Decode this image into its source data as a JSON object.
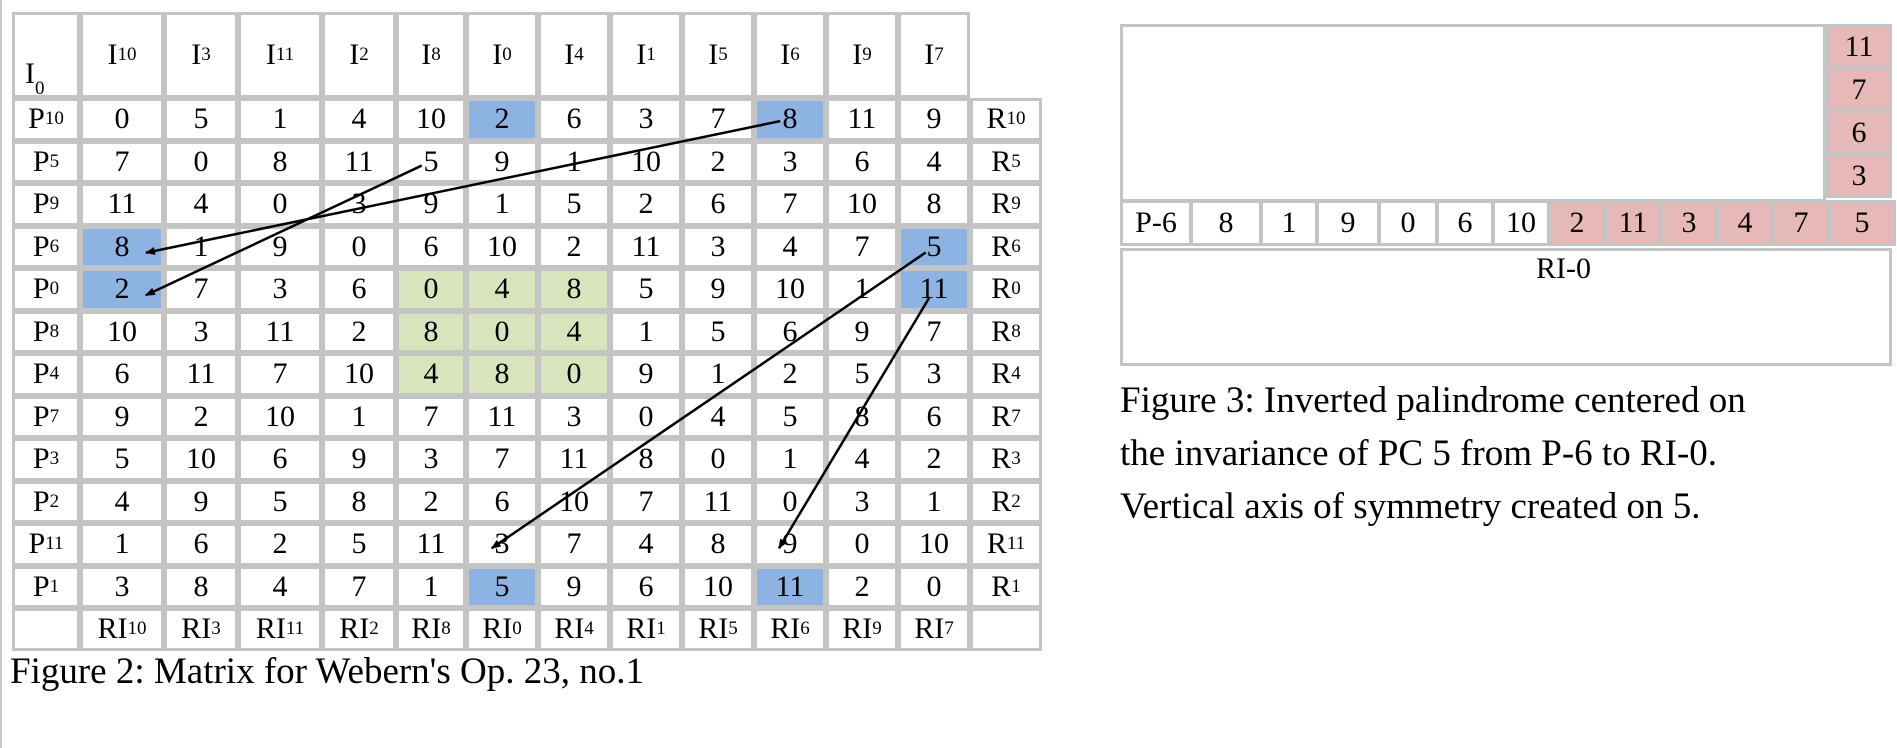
{
  "figure2": {
    "corner": {
      "base": "I",
      "sub": "0"
    },
    "top_labels": [
      {
        "base": "I",
        "sub": "10"
      },
      {
        "base": "I",
        "sub": "3"
      },
      {
        "base": "I",
        "sub": "11"
      },
      {
        "base": "I",
        "sub": "2"
      },
      {
        "base": "I",
        "sub": "8"
      },
      {
        "base": "I",
        "sub": "0"
      },
      {
        "base": "I",
        "sub": "4"
      },
      {
        "base": "I",
        "sub": "1"
      },
      {
        "base": "I",
        "sub": "5"
      },
      {
        "base": "I",
        "sub": "6"
      },
      {
        "base": "I",
        "sub": "9"
      },
      {
        "base": "I",
        "sub": "7"
      }
    ],
    "rows": [
      {
        "p": {
          "base": "P",
          "sub": "10"
        },
        "r": {
          "base": "R",
          "sub": "10"
        },
        "values": [
          "0",
          "5",
          "1",
          "4",
          "10",
          "2",
          "6",
          "3",
          "7",
          "8",
          "11",
          "9"
        ]
      },
      {
        "p": {
          "base": "P",
          "sub": "5"
        },
        "r": {
          "base": "R",
          "sub": "5"
        },
        "values": [
          "7",
          "0",
          "8",
          "11",
          "5",
          "9",
          "1",
          "10",
          "2",
          "3",
          "6",
          "4"
        ]
      },
      {
        "p": {
          "base": "P",
          "sub": "9"
        },
        "r": {
          "base": "R",
          "sub": "9"
        },
        "values": [
          "11",
          "4",
          "0",
          "3",
          "9",
          "1",
          "5",
          "2",
          "6",
          "7",
          "10",
          "8"
        ]
      },
      {
        "p": {
          "base": "P",
          "sub": "6"
        },
        "r": {
          "base": "R",
          "sub": "6"
        },
        "values": [
          "8",
          "1",
          "9",
          "0",
          "6",
          "10",
          "2",
          "11",
          "3",
          "4",
          "7",
          "5"
        ]
      },
      {
        "p": {
          "base": "P",
          "sub": "0"
        },
        "r": {
          "base": "R",
          "sub": "0"
        },
        "values": [
          "2",
          "7",
          "3",
          "6",
          "0",
          "4",
          "8",
          "5",
          "9",
          "10",
          "1",
          "11"
        ]
      },
      {
        "p": {
          "base": "P",
          "sub": "8"
        },
        "r": {
          "base": "R",
          "sub": "8"
        },
        "values": [
          "10",
          "3",
          "11",
          "2",
          "8",
          "0",
          "4",
          "1",
          "5",
          "6",
          "9",
          "7"
        ]
      },
      {
        "p": {
          "base": "P",
          "sub": "4"
        },
        "r": {
          "base": "R",
          "sub": "4"
        },
        "values": [
          "6",
          "11",
          "7",
          "10",
          "4",
          "8",
          "0",
          "9",
          "1",
          "2",
          "5",
          "3"
        ]
      },
      {
        "p": {
          "base": "P",
          "sub": "7"
        },
        "r": {
          "base": "R",
          "sub": "7"
        },
        "values": [
          "9",
          "2",
          "10",
          "1",
          "7",
          "11",
          "3",
          "0",
          "4",
          "5",
          "8",
          "6"
        ]
      },
      {
        "p": {
          "base": "P",
          "sub": "3"
        },
        "r": {
          "base": "R",
          "sub": "3"
        },
        "values": [
          "5",
          "10",
          "6",
          "9",
          "3",
          "7",
          "11",
          "8",
          "0",
          "1",
          "4",
          "2"
        ]
      },
      {
        "p": {
          "base": "P",
          "sub": "2"
        },
        "r": {
          "base": "R",
          "sub": "2"
        },
        "values": [
          "4",
          "9",
          "5",
          "8",
          "2",
          "6",
          "10",
          "7",
          "11",
          "0",
          "3",
          "1"
        ]
      },
      {
        "p": {
          "base": "P",
          "sub": "11"
        },
        "r": {
          "base": "R",
          "sub": "11"
        },
        "values": [
          "1",
          "6",
          "2",
          "5",
          "11",
          "3",
          "7",
          "4",
          "8",
          "9",
          "0",
          "10"
        ]
      },
      {
        "p": {
          "base": "P",
          "sub": "1"
        },
        "r": {
          "base": "R",
          "sub": "1"
        },
        "values": [
          "3",
          "8",
          "4",
          "7",
          "1",
          "5",
          "9",
          "6",
          "10",
          "11",
          "2",
          "0"
        ]
      }
    ],
    "bottom_labels": [
      {
        "base": "RI",
        "sub": "10"
      },
      {
        "base": "RI",
        "sub": "3"
      },
      {
        "base": "RI",
        "sub": "11"
      },
      {
        "base": "RI",
        "sub": "2"
      },
      {
        "base": "RI",
        "sub": "8"
      },
      {
        "base": "RI",
        "sub": "0"
      },
      {
        "base": "RI",
        "sub": "4"
      },
      {
        "base": "RI",
        "sub": "1"
      },
      {
        "base": "RI",
        "sub": "5"
      },
      {
        "base": "RI",
        "sub": "6"
      },
      {
        "base": "RI",
        "sub": "9"
      },
      {
        "base": "RI",
        "sub": "7"
      }
    ],
    "highlights": {
      "blue": [
        [
          0,
          5
        ],
        [
          0,
          9
        ],
        [
          3,
          0
        ],
        [
          3,
          11
        ],
        [
          4,
          0
        ],
        [
          4,
          11
        ],
        [
          11,
          5
        ],
        [
          11,
          9
        ]
      ],
      "green": [
        [
          4,
          4
        ],
        [
          4,
          5
        ],
        [
          4,
          6
        ],
        [
          5,
          4
        ],
        [
          5,
          5
        ],
        [
          5,
          6
        ],
        [
          6,
          4
        ],
        [
          6,
          5
        ],
        [
          6,
          6
        ]
      ]
    },
    "colors": {
      "blue": "#8db3e2",
      "green": "#d7e4bc",
      "border": "#c4c4c4"
    },
    "arrows": [
      {
        "from": [
          0,
          9
        ],
        "to": [
          3,
          0
        ]
      },
      {
        "from": [
          1,
          4
        ],
        "to": [
          4,
          0
        ]
      },
      {
        "from": [
          3,
          11
        ],
        "to": [
          10,
          5
        ]
      },
      {
        "from": [
          4,
          11
        ],
        "to": [
          10,
          9
        ]
      }
    ],
    "caption": "Figure 2: Matrix for Webern's Op. 23, no.1"
  },
  "figure3": {
    "column_values": [
      "11",
      "7",
      "6",
      "3"
    ],
    "row_label": "P-6",
    "row_values": [
      "8",
      "1",
      "9",
      "0",
      "6",
      "10",
      "2",
      "11",
      "3",
      "4",
      "7",
      "5"
    ],
    "pink_from_index": 6,
    "ri_label": "RI-0",
    "colors": {
      "pink": "#e6b9b8"
    },
    "caption_lines": [
      "Figure 3: Inverted palindrome centered on",
      "the invariance of PC 5 from P-6 to RI-0.",
      "Vertical axis of symmetry created on 5."
    ]
  }
}
